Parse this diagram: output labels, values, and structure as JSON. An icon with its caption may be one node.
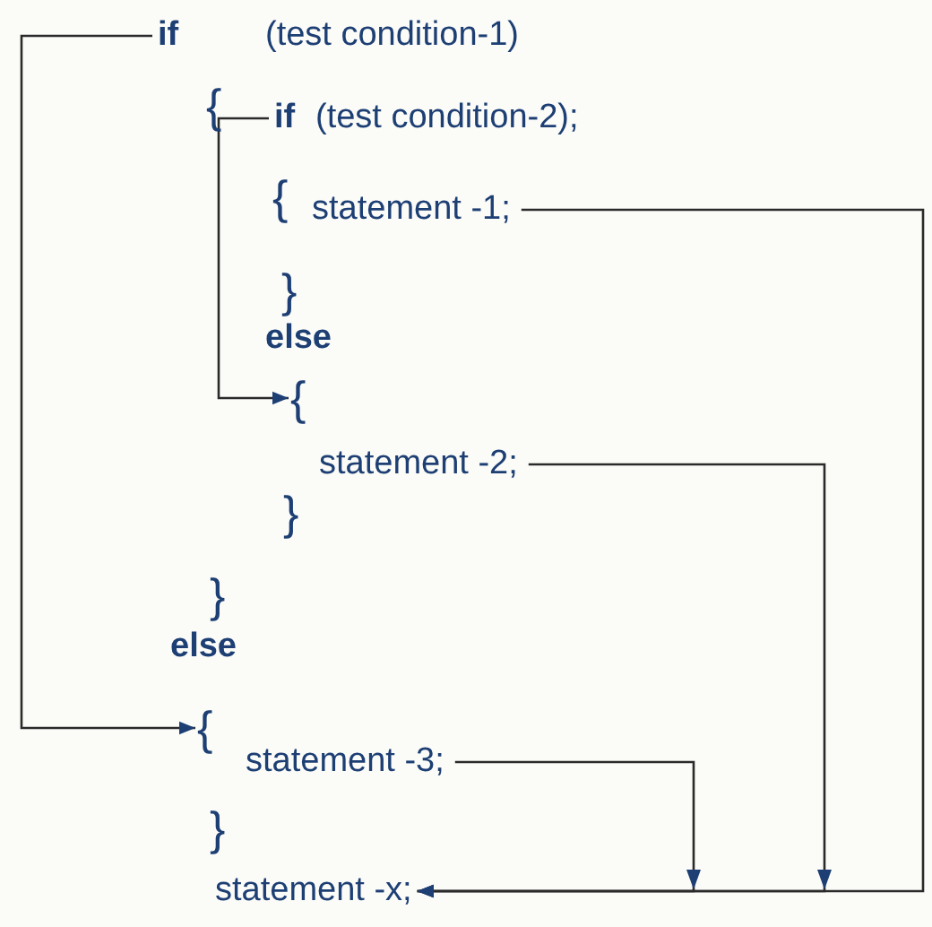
{
  "diagram": {
    "nodes": [
      {
        "text": [
          "if"
        ]
      },
      {
        "text": [
          "if"
        ]
      },
      {
        "text": [
          "statement -1;"
        ]
      },
      {
        "text": [
          "{"
        ]
      },
      {
        "text": [
          "statement -2;"
        ]
      },
      {
        "text": [
          "{"
        ]
      },
      {
        "text": [
          "statement -3;"
        ]
      },
      {
        "text": [
          "statement -x;"
        ]
      }
    ],
    "edges": [
      {
        "from": 0,
        "to": 5,
        "arrow": "to"
      },
      {
        "from": 1,
        "to": 3,
        "arrow": "to"
      },
      {
        "from": 2,
        "to": 7,
        "arrow": "to"
      },
      {
        "from": 4,
        "to": 7,
        "arrow": "to"
      },
      {
        "from": 6,
        "to": 7,
        "arrow": "to"
      }
    ],
    "labels": [
      "(test condition-1)",
      "{",
      "(test condition-2);",
      "{",
      "}",
      "else",
      "}",
      "}",
      "else",
      "}"
    ]
  }
}
